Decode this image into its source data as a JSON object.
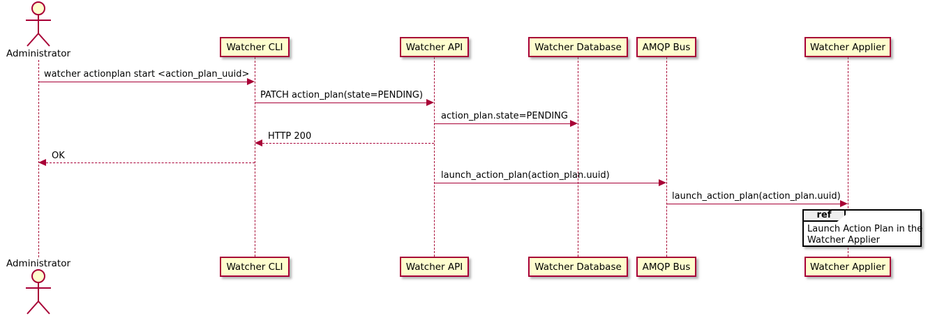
{
  "actor": {
    "label": "Administrator"
  },
  "participants": [
    {
      "label": "Watcher CLI"
    },
    {
      "label": "Watcher API"
    },
    {
      "label": "Watcher Database"
    },
    {
      "label": "AMQP Bus"
    },
    {
      "label": "Watcher Applier"
    }
  ],
  "messages": [
    {
      "from": "Administrator",
      "to": "Watcher CLI",
      "label": "watcher actionplan start <action_plan_uuid>",
      "line": "solid",
      "direction": "right"
    },
    {
      "from": "Watcher CLI",
      "to": "Watcher API",
      "label": "PATCH action_plan(state=PENDING)",
      "line": "solid",
      "direction": "right"
    },
    {
      "from": "Watcher API",
      "to": "Watcher Database",
      "label": "action_plan.state=PENDING",
      "line": "solid",
      "direction": "right"
    },
    {
      "from": "Watcher API",
      "to": "Watcher CLI",
      "label": "HTTP 200",
      "line": "dashed",
      "direction": "left"
    },
    {
      "from": "Watcher CLI",
      "to": "Administrator",
      "label": "OK",
      "line": "dashed",
      "direction": "left"
    },
    {
      "from": "Watcher API",
      "to": "AMQP Bus",
      "label": "launch_action_plan(action_plan.uuid)",
      "line": "solid",
      "direction": "right"
    },
    {
      "from": "AMQP Bus",
      "to": "Watcher Applier",
      "label": "launch_action_plan(action_plan.uuid)",
      "line": "solid",
      "direction": "right"
    }
  ],
  "ref_box": {
    "keyword": "ref",
    "line1": "Launch Action Plan in the",
    "line2": "Watcher Applier"
  },
  "colors": {
    "participant_fill": "#FEFECE",
    "border": "#A80036",
    "arrow": "#A80036",
    "lifeline": "#A80036",
    "ref_border": "#000000",
    "ref_tab_fill": "#EEEEEE",
    "text": "#000000",
    "background": "#FFFFFF"
  }
}
